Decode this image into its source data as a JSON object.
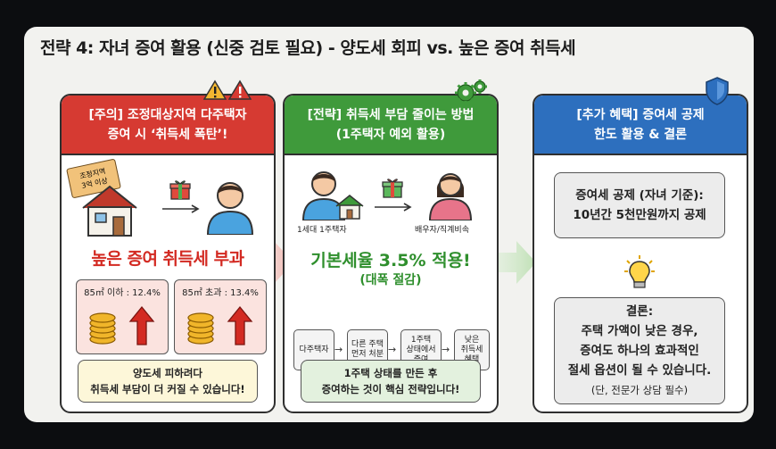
{
  "title": "전략 4: 자녀 증여 활용 (신중 검토 필요) - 양도세 회피 vs. 높은 증여 취득세",
  "panel1": {
    "head_line1": "[주의] 조정대상지역 다주택자",
    "head_line2": "증여 시 ‘취득세 폭탄’!",
    "sign_line1": "조정지역",
    "sign_line2": "3억 이상",
    "headline": "높은 증여 취득세 부과",
    "tax_box1_label": "85㎡ 이하 : 12.4%",
    "tax_box2_label": "85㎡ 초과 : 13.4%",
    "note_line1": "양도세 피하려다",
    "note_line2": "취득세 부담이 더 커질 수 있습니다!"
  },
  "panel2": {
    "head_line1": "[전략] 취득세 부담 줄이는 방법",
    "head_line2": "(1주택자 예외 활용)",
    "giver_label": "1세대 1주택자",
    "receiver_label": "배우자/직계비속",
    "headline": "기본세율 3.5% 적용!",
    "subline": "(대폭 절감)",
    "flow": [
      {
        "lines": [
          "다주택자"
        ]
      },
      {
        "lines": [
          "다른 주택",
          "먼저 처분"
        ]
      },
      {
        "lines": [
          "1주택",
          "상태에서",
          "증여"
        ]
      },
      {
        "lines": [
          "낮은",
          "취득세",
          "혜택"
        ]
      }
    ],
    "note_line1": "1주택 상태를 만든 후",
    "note_line2": "증여하는 것이 핵심 전략입니다!"
  },
  "panel3": {
    "head_line1": "[추가 혜택] 증여세 공제",
    "head_line2": "한도 활용 & 결론",
    "info_line1": "증여세 공제 (자녀 기준):",
    "info_line2": "10년간 5천만원까지 공제",
    "conclusion_title": "결론:",
    "conclusion_line1": "주택 가액이 낮은 경우,",
    "conclusion_line2": "증여도 하나의 효과적인",
    "conclusion_line3": "절세 옵션이 될 수 있습니다.",
    "conclusion_note": "(단, 전문가 상담 필수)"
  },
  "icons": {
    "warning": "warning-icon",
    "gears": "gear-icon",
    "shield": "shield-icon",
    "lightbulb": "lightbulb-icon",
    "house": "house-icon",
    "gift": "gift-icon",
    "person": "person-icon",
    "coins": "coin-stack-icon",
    "up_arrow": "up-arrow-icon"
  },
  "colors": {
    "red": "#d63a32",
    "green": "#3f9a3b",
    "blue": "#2d6fbe"
  }
}
